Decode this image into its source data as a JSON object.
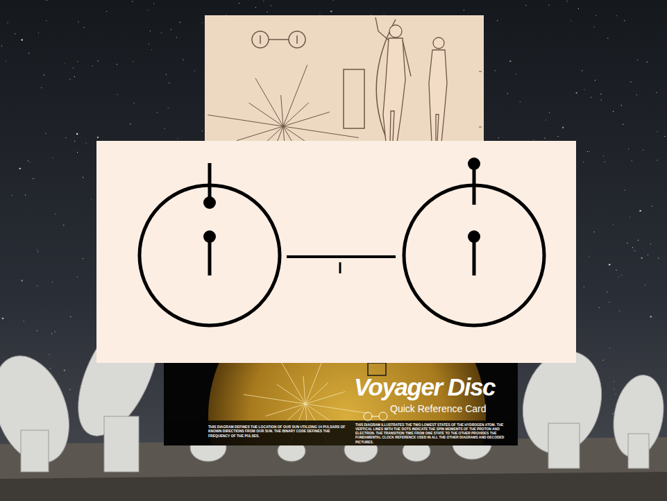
{
  "diagram": {
    "labels": [
      "Voyager Disc",
      "Quick Reference Card",
      "THIS DIAGRAM DEFINES THE LOCATION OF OUR SUN UTILIZING 14 PULSARS OF KNOWN DIRECTIONS FROM OUR SUN. THE BINARY CODE DEFINES THE FREQUENCY OF THE PULSES.",
      "THIS DIAGRAM ILLUSTRATES THE TWO LOWEST STATES OF THE HYDROGEN ATOM. THE VERTICAL LINES WITH THE DOTS INDICATE THE SPIN MOMENTS OF THE PROTON AND ELECTRON. THE TRANSITION TIME FROM ONE STATE TO THE OTHER PROVIDES THE FUNDAMENTAL CLOCK REFERENCE USED IN ALL THE OTHER DIAGRAMS AND DECODED PICTURES."
    ]
  }
}
